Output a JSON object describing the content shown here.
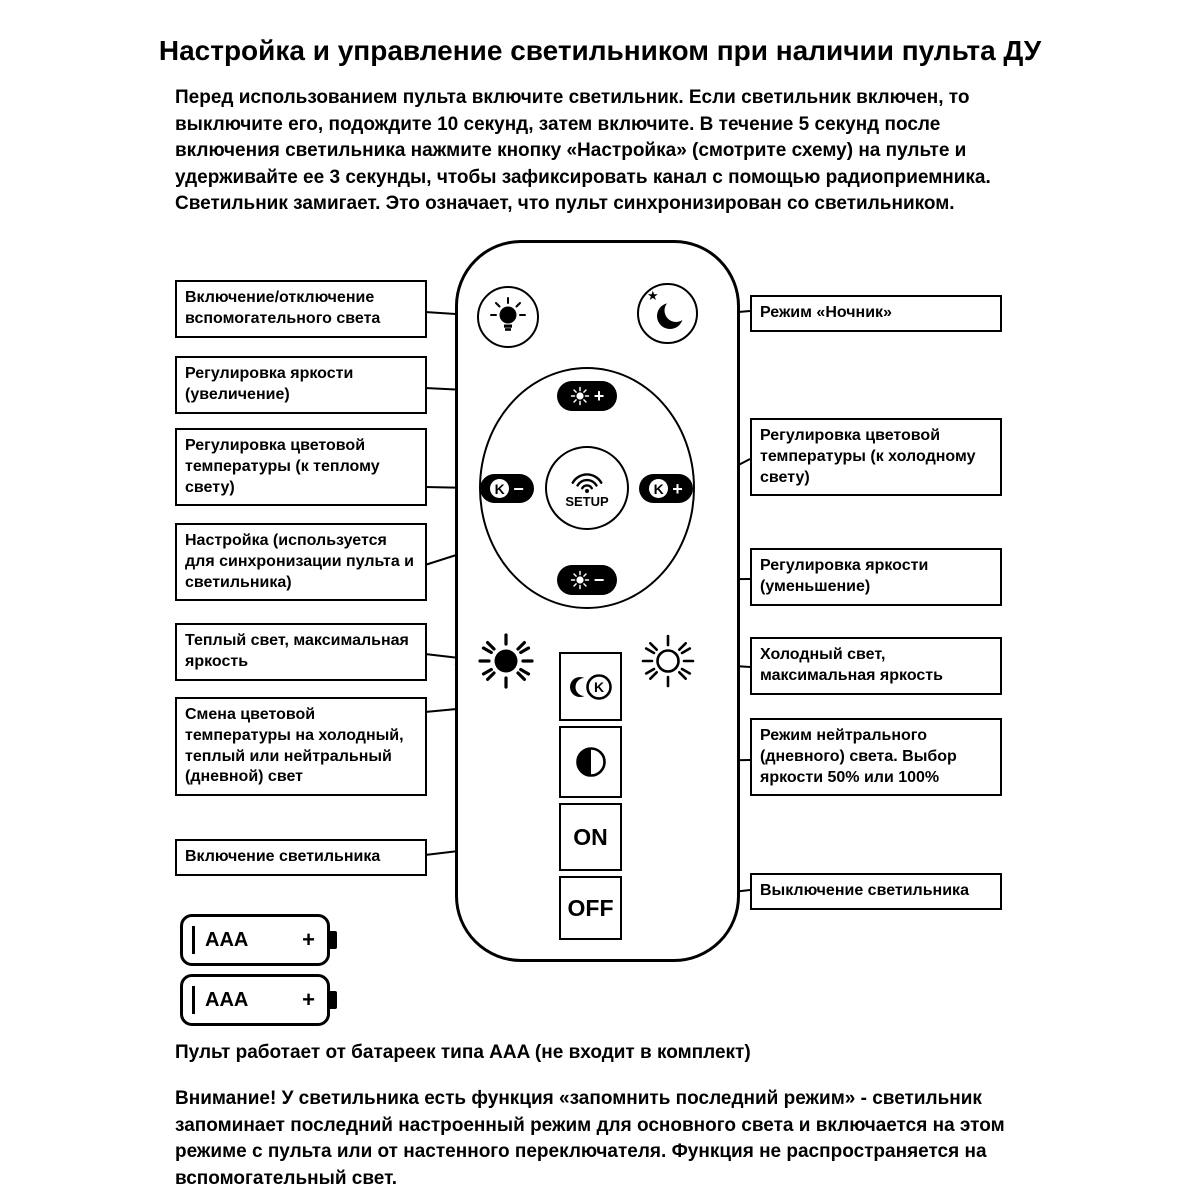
{
  "page": {
    "title": "Настройка и управление светильником при наличии пульта ДУ",
    "intro": "Перед использованием пульта включите светильник. Если светильник включен, то выключите его, подождите 10 секунд, затем включите. В течение 5 секунд после включения светильника нажмите кнопку «Настройка» (смотрите схему) на пульте и удерживайте ее 3 секунды, чтобы зафиксировать канал с помощью радиоприемника. Светильник замигает. Это означает, что пульт синхронизирован со светильником.",
    "battery_note": "Пульт работает от батареек типа AAA (не входит в комплект)",
    "warning": "Внимание! У светильника есть функция «запомнить последний режим» - светильник запоминает последний настроенный режим для основного света и включается на этом режиме с пульта или от настенного переключателя. Функция не распространяется на вспомогательный свет."
  },
  "callouts_left": [
    {
      "label": "Включение/отключение вспомогательного света"
    },
    {
      "label": "Регулировка яркости (увеличение)"
    },
    {
      "label": "Регулировка цветовой температуры (к теплому свету)"
    },
    {
      "label": "Настройка (используется для синхронизации пульта и светильника)"
    },
    {
      "label": "Теплый свет, максимальная яркость"
    },
    {
      "label": "Смена цветовой температуры на холодный, теплый или нейтральный (дневной) свет"
    },
    {
      "label": "Включение светильника"
    }
  ],
  "callouts_right": [
    {
      "label": "Режим «Ночник»"
    },
    {
      "label": "Регулировка цветовой температуры (к холодному свету)"
    },
    {
      "label": "Регулировка яркости (уменьшение)"
    },
    {
      "label": "Холодный свет, максимальная яркость"
    },
    {
      "label": "Режим нейтрального (дневного) света. Выбор яркости 50% или 100%"
    },
    {
      "label": "Выключение светильника"
    }
  ],
  "remote": {
    "setup_label": "SETUP",
    "k_letter": "K",
    "plus": "+",
    "minus": "−",
    "on_label": "ON",
    "off_label": "OFF"
  },
  "battery": {
    "type": "AAA",
    "plus": "+"
  },
  "icons": {
    "star": "★"
  },
  "colors": {
    "ink": "#000000",
    "paper": "#ffffff"
  }
}
